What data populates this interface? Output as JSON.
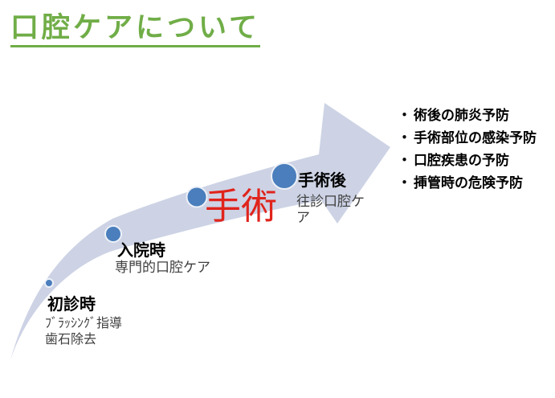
{
  "title": {
    "text": "口腔ケアについて",
    "color": "#70ad47"
  },
  "diagram": {
    "arrow_color": "#cdd3e5",
    "dot_color": "#4a7ebc",
    "dot_ring_color": "#edf1f8",
    "surgery": {
      "text": "手術",
      "color": "#e0241c"
    },
    "stages": [
      {
        "label": "初診時",
        "note": "ﾌﾞﾗｯｼﾝｸﾞ指導\n歯石除去"
      },
      {
        "label": "入院時",
        "note": "専門的口腔ケア"
      },
      {
        "label": "手術後",
        "note": "往診口腔ケ\nア"
      }
    ],
    "note_color": "#3f3f3f"
  },
  "benefits": {
    "bullet": "・",
    "items": [
      "術後の肺炎予防",
      "手術部位の感染予防",
      "口腔疾患の予防",
      "挿管時の危険予防"
    ]
  }
}
